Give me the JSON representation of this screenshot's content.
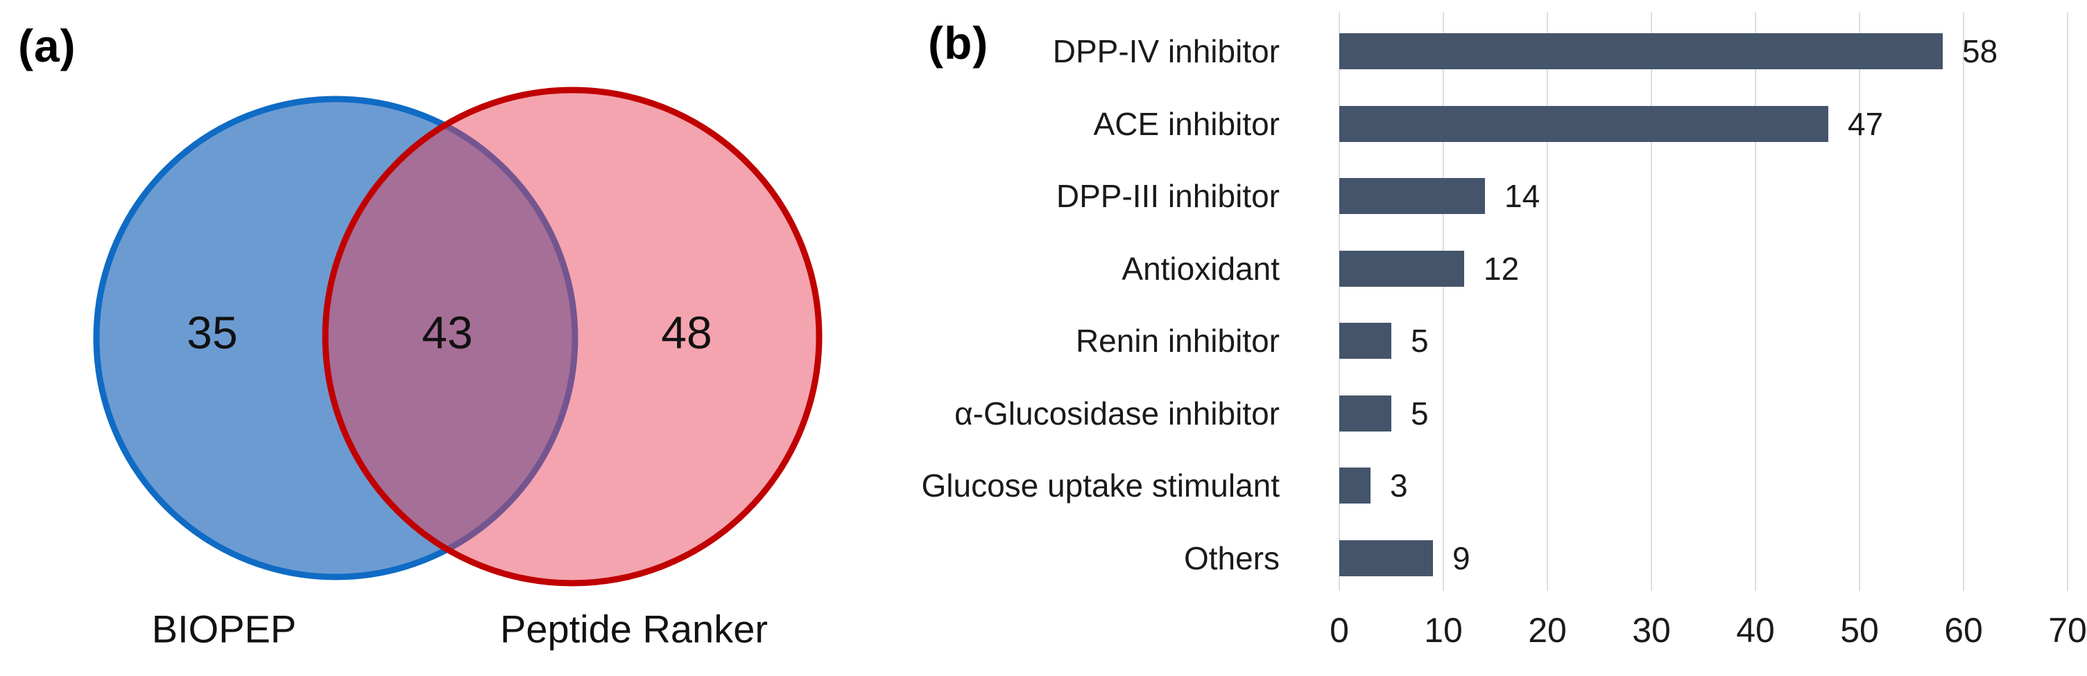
{
  "figure": {
    "panel_a_label": "(a)",
    "panel_b_label": "(b)"
  },
  "venn": {
    "left_set_label": "BIOPEP",
    "right_set_label": "Peptide Ranker",
    "left_only_count": "35",
    "overlap_count": "43",
    "right_only_count": "48",
    "colors": {
      "left_fill": "#6C9BD2",
      "left_stroke": "#0F6BC4",
      "right_fill": "rgba(232,62,84,0.47)",
      "right_fill_flat": "#F4A4AF",
      "right_stroke": "#C00000",
      "overlap_flat": "#A66F97"
    }
  },
  "chart_data": {
    "type": "bar",
    "orientation": "horizontal",
    "title": "",
    "xlabel": "",
    "ylabel": "",
    "categories": [
      "DPP-IV inhibitor",
      "ACE inhibitor",
      "DPP-III inhibitor",
      "Antioxidant",
      "Renin inhibitor",
      "α-Glucosidase inhibitor",
      "Glucose uptake stimulant",
      "Others"
    ],
    "values": [
      58,
      47,
      14,
      12,
      5,
      5,
      3,
      9
    ],
    "value_labels_shown": true,
    "xlim": [
      0,
      70
    ],
    "xticks": [
      0,
      10,
      20,
      30,
      40,
      50,
      60,
      70
    ],
    "grid": true,
    "legend": false,
    "bar_color": "#44546A",
    "gridline_color": "#D8DEE8",
    "text_color": "#1a1a1a"
  }
}
